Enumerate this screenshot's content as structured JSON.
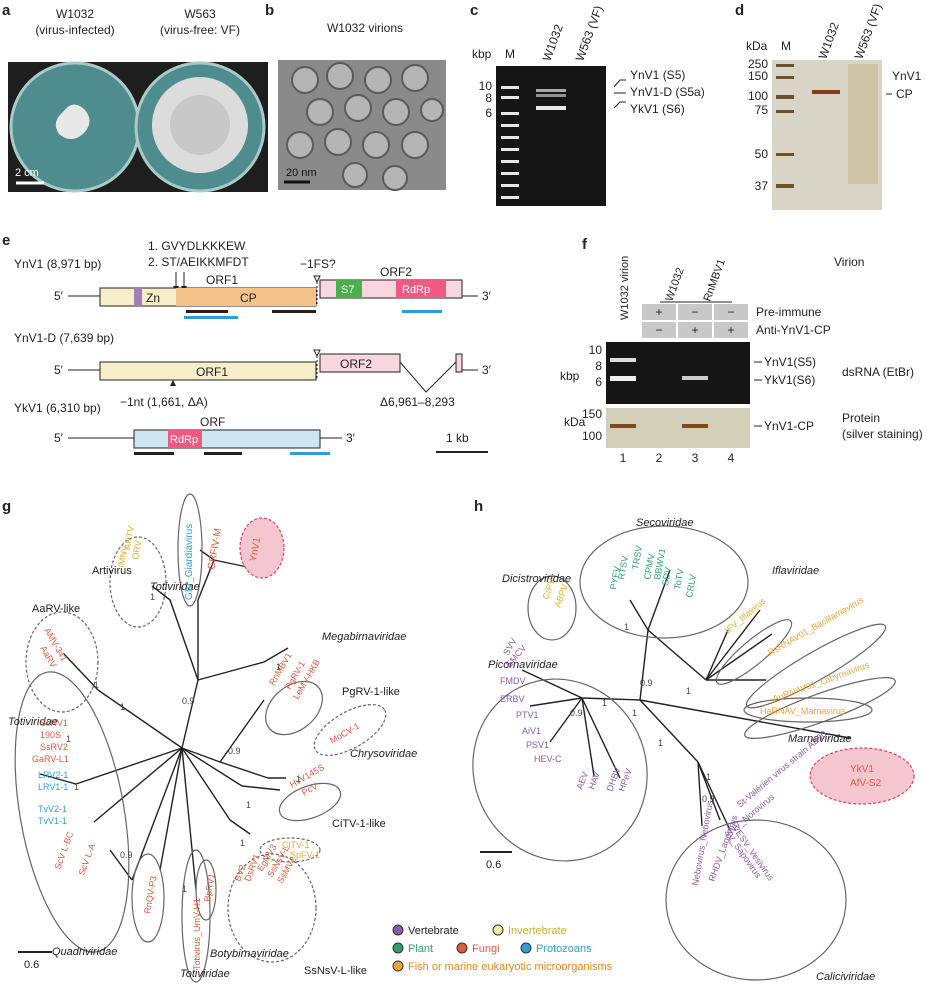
{
  "panels": {
    "a": {
      "label": "a",
      "strain1": "W1032",
      "strain1_note": "(virus-infected)",
      "strain2": "W563",
      "strain2_note": "(virus-free: VF)",
      "scale": "2 cm"
    },
    "b": {
      "label": "b",
      "title": "W1032 virions",
      "scale": "20 nm"
    },
    "c": {
      "label": "c",
      "unit": "kbp",
      "marker": "M",
      "lane1": "W1032",
      "lane2": "W563 (VF)",
      "ticks": [
        "10",
        "8",
        "6"
      ],
      "bands": [
        "YnV1 (S5)",
        "YnV1-D (S5a)",
        "YkV1 (S6)"
      ]
    },
    "d": {
      "label": "d",
      "unit": "kDa",
      "marker": "M",
      "lane1": "W1032",
      "lane2": "W563 (VF)",
      "ticks": [
        "250",
        "150",
        "100",
        "75",
        "50",
        "37"
      ],
      "band_l1": "YnV1",
      "band_l2": "CP"
    },
    "e": {
      "label": "e",
      "g1_name": "YnV1 (8,971 bp)",
      "g2_name": "YnV1-D (7,639 bp)",
      "g3_name": "YkV1 (6,310 bp)",
      "seq1": "1. GVYDLKKKEW",
      "seq2": "2. ST/AEIKKMFDT",
      "fs": "−1FS?",
      "orf1": "ORF1",
      "orf2": "ORF2",
      "orf": "ORF",
      "zn": "Zn",
      "cp": "CP",
      "s7": "S7",
      "rdrp": "RdRp",
      "five": "5′",
      "three": "3′",
      "del_nt": "−1nt (1,661, ΔA)",
      "del_range": "Δ6,961–8,293",
      "scale": "1 kb"
    },
    "f": {
      "label": "f",
      "virion": "Virion",
      "col1": "W1032 virion",
      "col2": "W1032",
      "col3": "RnMBV1",
      "pre_immune": "Pre-immune",
      "anti": "Anti-YnV1-CP",
      "plus": "+",
      "minus": "−",
      "unit_kbp": "kbp",
      "unit_kda": "kDa",
      "dsrna_ticks": [
        "10",
        "8",
        "6"
      ],
      "prot_ticks": [
        "150",
        "100"
      ],
      "band1": "YnV1(S5)",
      "band2": "YkV1(S6)",
      "band3": "YnV1-CP",
      "dsrna": "dsRNA (EtBr)",
      "protein": "Protein",
      "silver": "(silver staining)",
      "lanes": [
        "1",
        "2",
        "3",
        "4"
      ]
    },
    "g": {
      "label": "g",
      "families": [
        "Totiviridae",
        "Megabirnaviridae",
        "Chrysoviridae",
        "Totiviridae",
        "Quadriviridae",
        "Botybirnaviridae",
        "Totiviridae"
      ],
      "groups": [
        "Artivirus",
        "AaRV-like",
        "PgRV-1-like",
        "CiTV-1-like",
        "SsNsV-L-like"
      ],
      "leaves": [
        "GIV_Giardiavirus",
        "GRFIV-M",
        "YnV1",
        "ARTV",
        "ORV",
        "IMNV",
        "AMV-341",
        "AaRV",
        "RnMBV1",
        "PgRV-1",
        "LeMV-HKB",
        "MoCV-1",
        "HvV145S",
        "PcV",
        "CiTV-1",
        "SpFV-1",
        "EgMV3",
        "SsNsV-L",
        "SsMV2",
        "DsRV1",
        "BV2",
        "SsRV1",
        "190S",
        "SsRV2",
        "GaRV-L1",
        "LRV2-1",
        "LRV1-1",
        "TvV2-1",
        "TvV1-1",
        "ScV L-BC",
        "ScV L-A",
        "RnQV-P3",
        "Totivirus_UmV-H1",
        "BpRV1"
      ],
      "support": [
        "1",
        "0.9",
        "1",
        "1",
        "0.9",
        "1",
        "1",
        "0.9",
        "1",
        "1",
        "1",
        "1",
        "1"
      ],
      "scale": "0.6"
    },
    "h": {
      "label": "h",
      "families": [
        "Secoviridae",
        "Dicistroviridae",
        "Iflaviridae",
        "Picornaviridae",
        "Marnaviridae",
        "Caliciviridae"
      ],
      "leaves": [
        "TRSV",
        "RTSV",
        "PYFV",
        "CPMV",
        "BBWV1",
        "ToTV",
        "SDV",
        "CRLV",
        "CrPV",
        "ABPV",
        "IFV_Iflavirus",
        "RsRNAV01_Bacillarnavirus",
        "AuRNAV01_Labyrnavirus",
        "HaRNAV_Marnavirus",
        "SVV",
        "EMCV",
        "FMDV",
        "ERBV",
        "PTV1",
        "AiV1",
        "PSV1",
        "HEV-C",
        "AEV",
        "HAV",
        "DHBV",
        "HPeV",
        "YkV1",
        "AfV-S2",
        "St-Valérien virus strain AB90",
        "NV_Norovirus",
        "Nebovirus_Nebovirus",
        "RHDV_Lagovirus",
        "SV_Sapovirus",
        "VESV_Vesivirus"
      ],
      "support": [
        "1",
        "0.9",
        "1",
        "1",
        "0.9",
        "1",
        "1",
        "0.9",
        "1"
      ],
      "scale": "0.6"
    }
  },
  "legend": {
    "items": [
      "Vertebrate",
      "Invertebrate",
      "Plant",
      "Fungi",
      "Protozoans",
      "Fish or marine eukaryotic microorganisms"
    ],
    "colors": [
      "#8e5aa8",
      "#f0eda0",
      "#2ea06b",
      "#e05a3c",
      "#2c9fd6",
      "#f0a33a"
    ]
  }
}
